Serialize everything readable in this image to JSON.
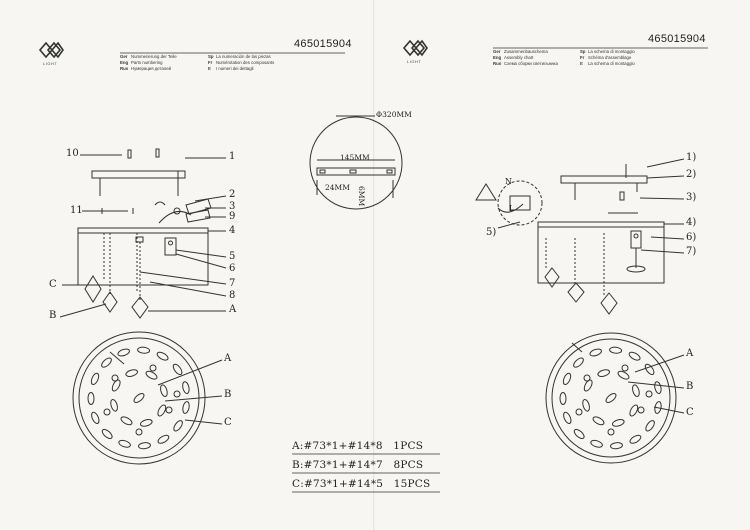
{
  "left_page": {
    "code": "465015904",
    "logo_text": "LIGHT",
    "legend": [
      {
        "lang": "Ger",
        "text": "Nummerierung der Teile"
      },
      {
        "lang": "Eng",
        "text": "Parts numbering"
      },
      {
        "lang": "Rus",
        "text": "Нумерация деталей"
      },
      {
        "lang": "Sp",
        "text": "La numeración de las piezas"
      },
      {
        "lang": "Fr",
        "text": "Numérotation des composants"
      },
      {
        "lang": "It",
        "text": "I numeri dei dettagli"
      }
    ],
    "callouts": [
      "10",
      "1",
      "2",
      "3",
      "9",
      "11",
      "4",
      "5",
      "6",
      "7",
      "8",
      "C",
      "B",
      "A"
    ],
    "plan_callouts": [
      "A",
      "B",
      "C"
    ]
  },
  "right_page": {
    "code": "465015904",
    "logo_text": "LIGHT",
    "legend": [
      {
        "lang": "Ger",
        "text": "Zusammenbauschema"
      },
      {
        "lang": "Eng",
        "text": "Assembly chart"
      },
      {
        "lang": "Rus",
        "text": "Схема сборки светильника"
      },
      {
        "lang": "Sp",
        "text": "La schema di montaggio"
      },
      {
        "lang": "Fr",
        "text": "Schéma d'assemblage"
      },
      {
        "lang": "It",
        "text": "La schema di montaggio"
      }
    ],
    "callouts": [
      "1)",
      "2)",
      "3)",
      "4)",
      "5)",
      "6)",
      "7)"
    ],
    "wire_labels": [
      "N",
      "L"
    ],
    "plan_callouts": [
      "A",
      "B",
      "C"
    ]
  },
  "dimensions": {
    "diameter": "Φ320MM",
    "length": "145MM",
    "width": "24MM",
    "hole": "6MM"
  },
  "parts_list": [
    "A:#73*1+#14*8   1PCS",
    "B:#73*1+#14*7   8PCS",
    "C:#73*1+#14*5   15PCS"
  ]
}
